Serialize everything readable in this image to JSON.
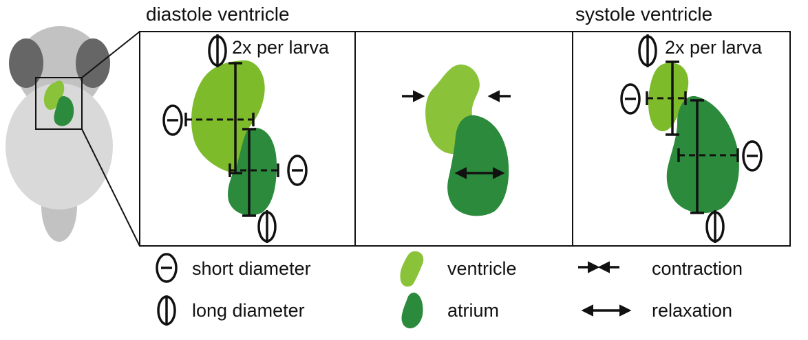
{
  "panels": {
    "diastole_title": "diastole ventricle",
    "systole_title": "systole ventricle",
    "per_larva_note": "2x per larva"
  },
  "legend": {
    "short_diameter": "short diameter",
    "long_diameter": "long diameter",
    "ventricle": "ventricle",
    "atrium": "atrium",
    "contraction": "contraction",
    "relaxation": "relaxation"
  },
  "colors": {
    "ventricle": "#7dbb2b",
    "atrium": "#2c8a3c",
    "larva_body": "#cfcfcf",
    "larva_eye": "#666666",
    "outline": "#111111"
  }
}
